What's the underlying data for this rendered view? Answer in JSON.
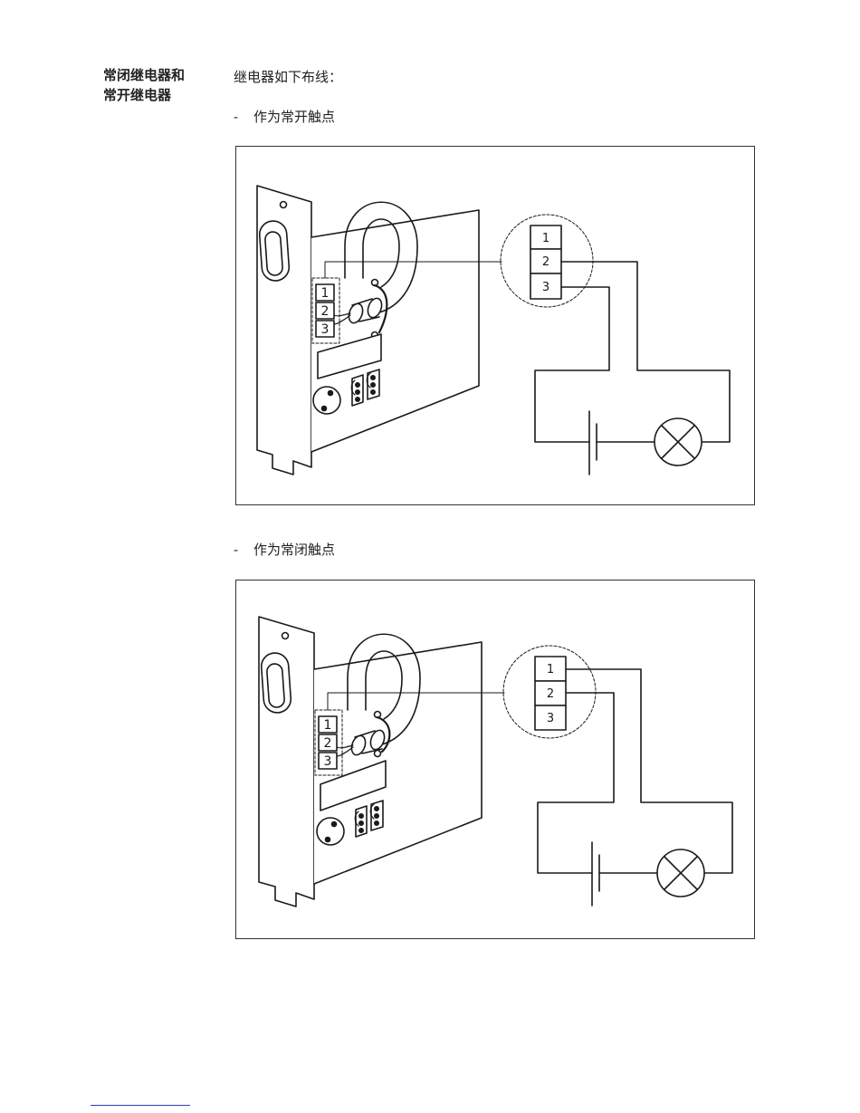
{
  "side_heading": {
    "line1": "常闭继电器和",
    "line2": "常开继电器"
  },
  "intro": "继电器如下布线：",
  "sections": [
    {
      "dash": "-",
      "caption": "作为常开触点",
      "terminals": [
        "1",
        "2",
        "3"
      ],
      "module_terminals": [
        "1",
        "2",
        "3"
      ]
    },
    {
      "dash": "-",
      "caption": "作为常闭触点",
      "terminals": [
        "1",
        "2",
        "3"
      ],
      "module_terminals": [
        "1",
        "2",
        "3"
      ]
    }
  ],
  "colors": {
    "line": "#1a1a1a",
    "frame": "#333333",
    "footnote_rule": "#2a3fbf"
  }
}
